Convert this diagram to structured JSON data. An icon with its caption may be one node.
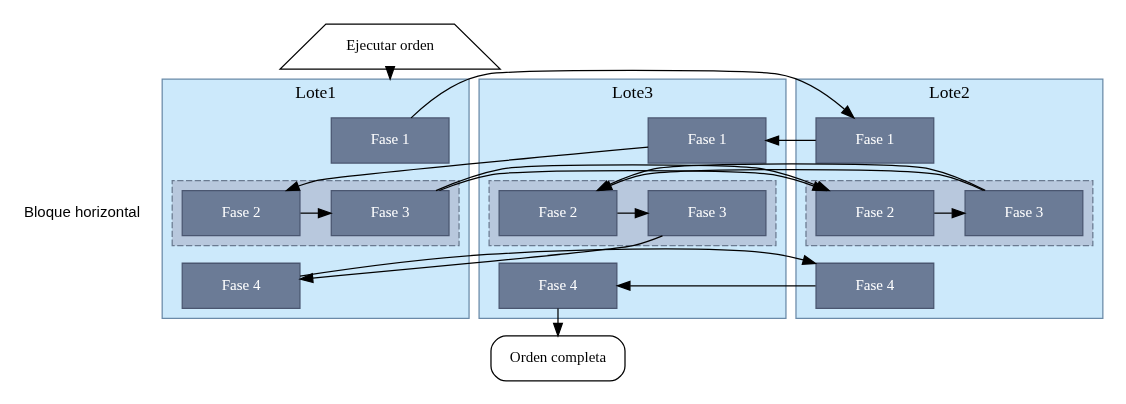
{
  "diagram": {
    "nodes": [
      {
        "text": [
          "Ejecutar orden"
        ]
      },
      {
        "text": [
          "Lote1"
        ]
      },
      {
        "text": [
          "Fase 1"
        ],
        "in": 1
      },
      {
        "text": [],
        "shape": "box",
        "in": 1
      },
      {
        "text": [
          "Fase 2"
        ],
        "in": 3
      },
      {
        "text": [
          "Fase 3"
        ],
        "in": 3
      },
      {
        "text": [
          "Fase 4"
        ],
        "in": 1
      },
      {
        "text": [
          "Lote2"
        ]
      },
      {
        "text": [
          "Fase 1"
        ],
        "in": 7
      },
      {
        "text": [],
        "shape": "box",
        "in": 7
      },
      {
        "text": [
          "Fase 2"
        ],
        "in": 9
      },
      {
        "text": [
          "Fase 3"
        ],
        "in": 9
      },
      {
        "text": [
          "Fase 4"
        ],
        "in": 7
      },
      {
        "text": [
          "Lote3"
        ]
      },
      {
        "text": [
          "Fase 1"
        ],
        "in": 13
      },
      {
        "text": [],
        "shape": "box",
        "in": 13
      },
      {
        "text": [
          "Fase 2"
        ],
        "in": 15
      },
      {
        "text": [
          "Fase 3"
        ],
        "in": 15
      },
      {
        "text": [
          "Fase 4"
        ],
        "in": 13
      },
      {
        "text": [
          "Orden completa"
        ]
      }
    ],
    "edges": [
      {
        "from": 0,
        "to": 1,
        "arrow": "to"
      },
      {
        "from": 2,
        "to": 8,
        "arrow": "to"
      },
      {
        "from": 8,
        "to": 14,
        "arrow": "to"
      },
      {
        "from": 14,
        "to": 4,
        "arrow": "to"
      },
      {
        "from": 4,
        "to": 5,
        "arrow": "to"
      },
      {
        "from": 5,
        "to": 10,
        "arrow": "to"
      },
      {
        "from": 10,
        "to": 11,
        "arrow": "to"
      },
      {
        "from": 11,
        "to": 16,
        "arrow": "to"
      },
      {
        "from": 16,
        "to": 17,
        "arrow": "to"
      },
      {
        "from": 17,
        "to": 6,
        "arrow": "to"
      },
      {
        "from": 6,
        "to": 12,
        "arrow": "to"
      },
      {
        "from": 12,
        "to": 18,
        "arrow": "to"
      },
      {
        "from": 18,
        "to": 19,
        "arrow": "to"
      }
    ],
    "labels": [
      "Bloque horizontal"
    ]
  }
}
